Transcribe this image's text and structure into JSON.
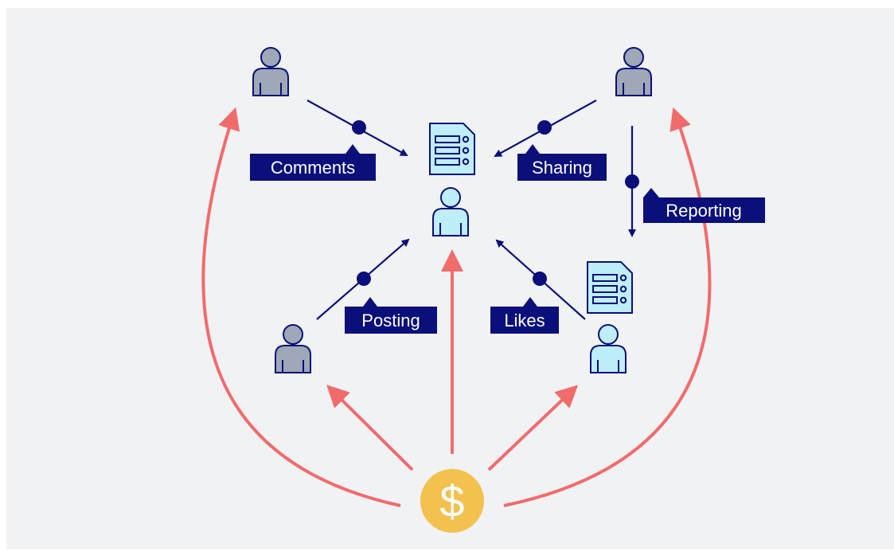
{
  "diagram": {
    "labels": {
      "comments": "Comments",
      "sharing": "Sharing",
      "reporting": "Reporting",
      "posting": "Posting",
      "likes": "Likes"
    },
    "currency_symbol": "$"
  },
  "colors": {
    "panel_background": "#f1f2f4",
    "navy": "#0b0f7a",
    "money_arrow": "#f26b6b",
    "user_gray": "#9ea8b6",
    "user_highlight": "#bdeefa",
    "coin": "#f2c14e",
    "label_text": "#ffffff"
  },
  "icons": {
    "user": "person-icon",
    "document": "document-list-icon",
    "coin": "dollar-coin-icon"
  }
}
